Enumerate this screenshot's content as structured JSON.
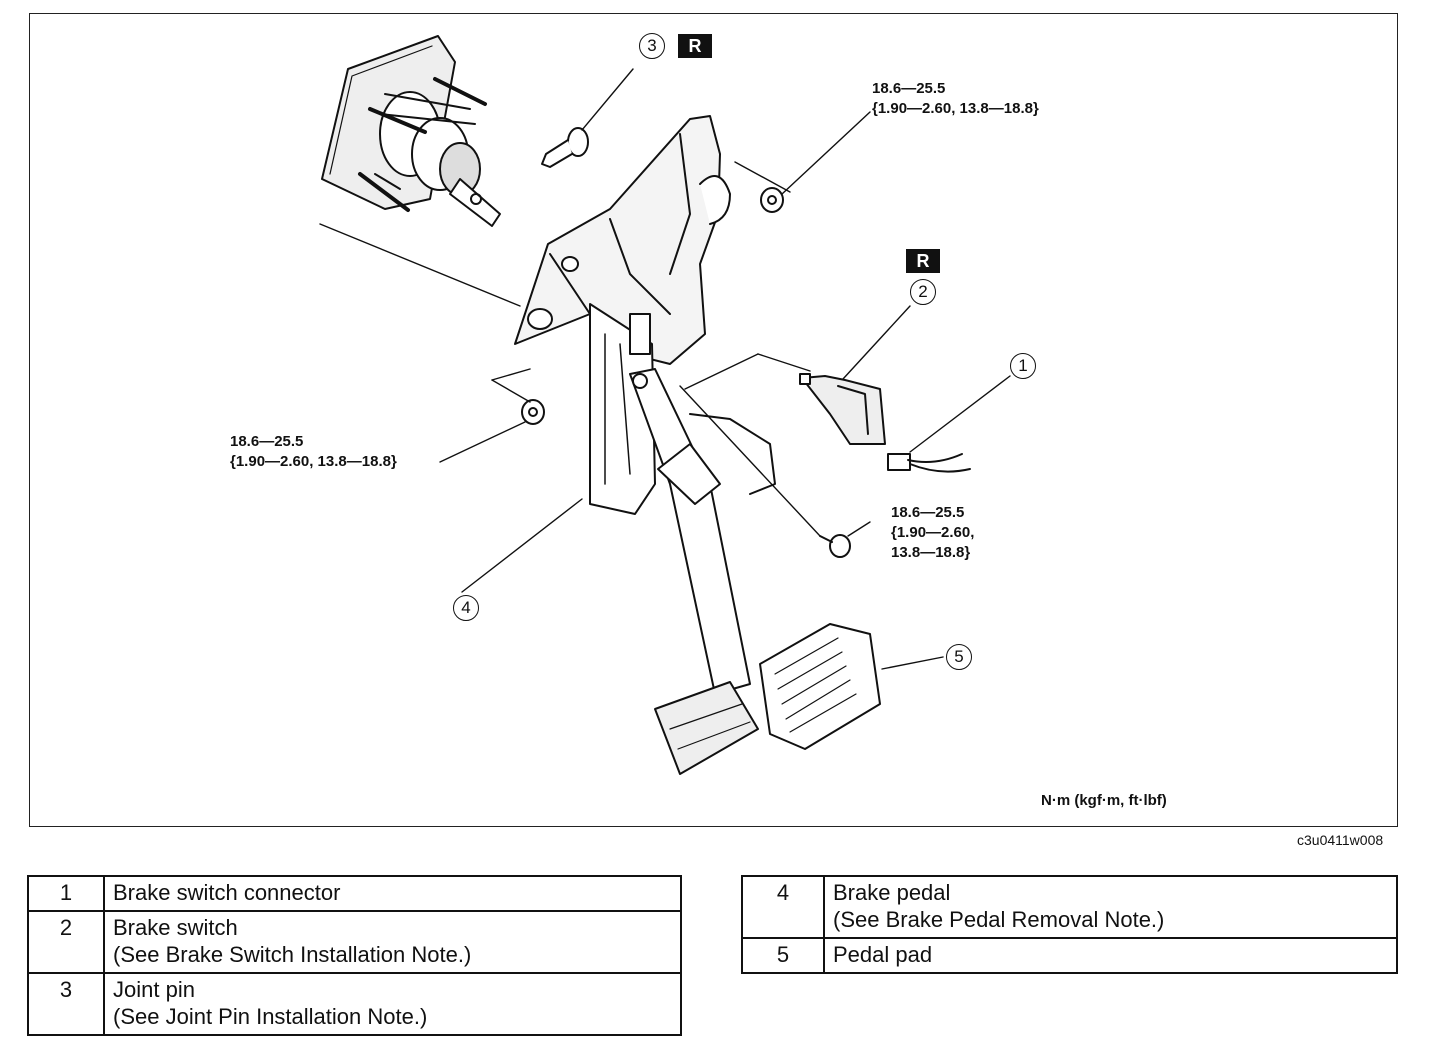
{
  "diagram": {
    "callouts": [
      {
        "id": "1",
        "label": "1"
      },
      {
        "id": "2",
        "label": "2"
      },
      {
        "id": "3",
        "label": "3"
      },
      {
        "id": "4",
        "label": "4"
      },
      {
        "id": "5",
        "label": "5"
      }
    ],
    "replace_badge": "R",
    "torque_specs": {
      "top_right": {
        "line1": "18.6—25.5",
        "line2": "{1.90—2.60, 13.8—18.8}"
      },
      "left": {
        "line1": "18.6—25.5",
        "line2": "{1.90—2.60, 13.8—18.8}"
      },
      "bottom_right": {
        "line1": "18.6—25.5",
        "line2": "{1.90—2.60,",
        "line3": "13.8—18.8}"
      }
    },
    "unit_label": "N·m (kgf·m, ft·lbf)",
    "figure_code": "c3u0411w008"
  },
  "legend_left": [
    {
      "num": "1",
      "name": "Brake switch connector",
      "note": ""
    },
    {
      "num": "2",
      "name": "Brake switch",
      "note": "(See Brake Switch Installation Note.)"
    },
    {
      "num": "3",
      "name": "Joint pin",
      "note": "(See Joint Pin Installation Note.)"
    }
  ],
  "legend_right": [
    {
      "num": "4",
      "name": "Brake pedal",
      "note": "(See Brake Pedal Removal Note.)"
    },
    {
      "num": "5",
      "name": "Pedal pad",
      "note": ""
    }
  ]
}
